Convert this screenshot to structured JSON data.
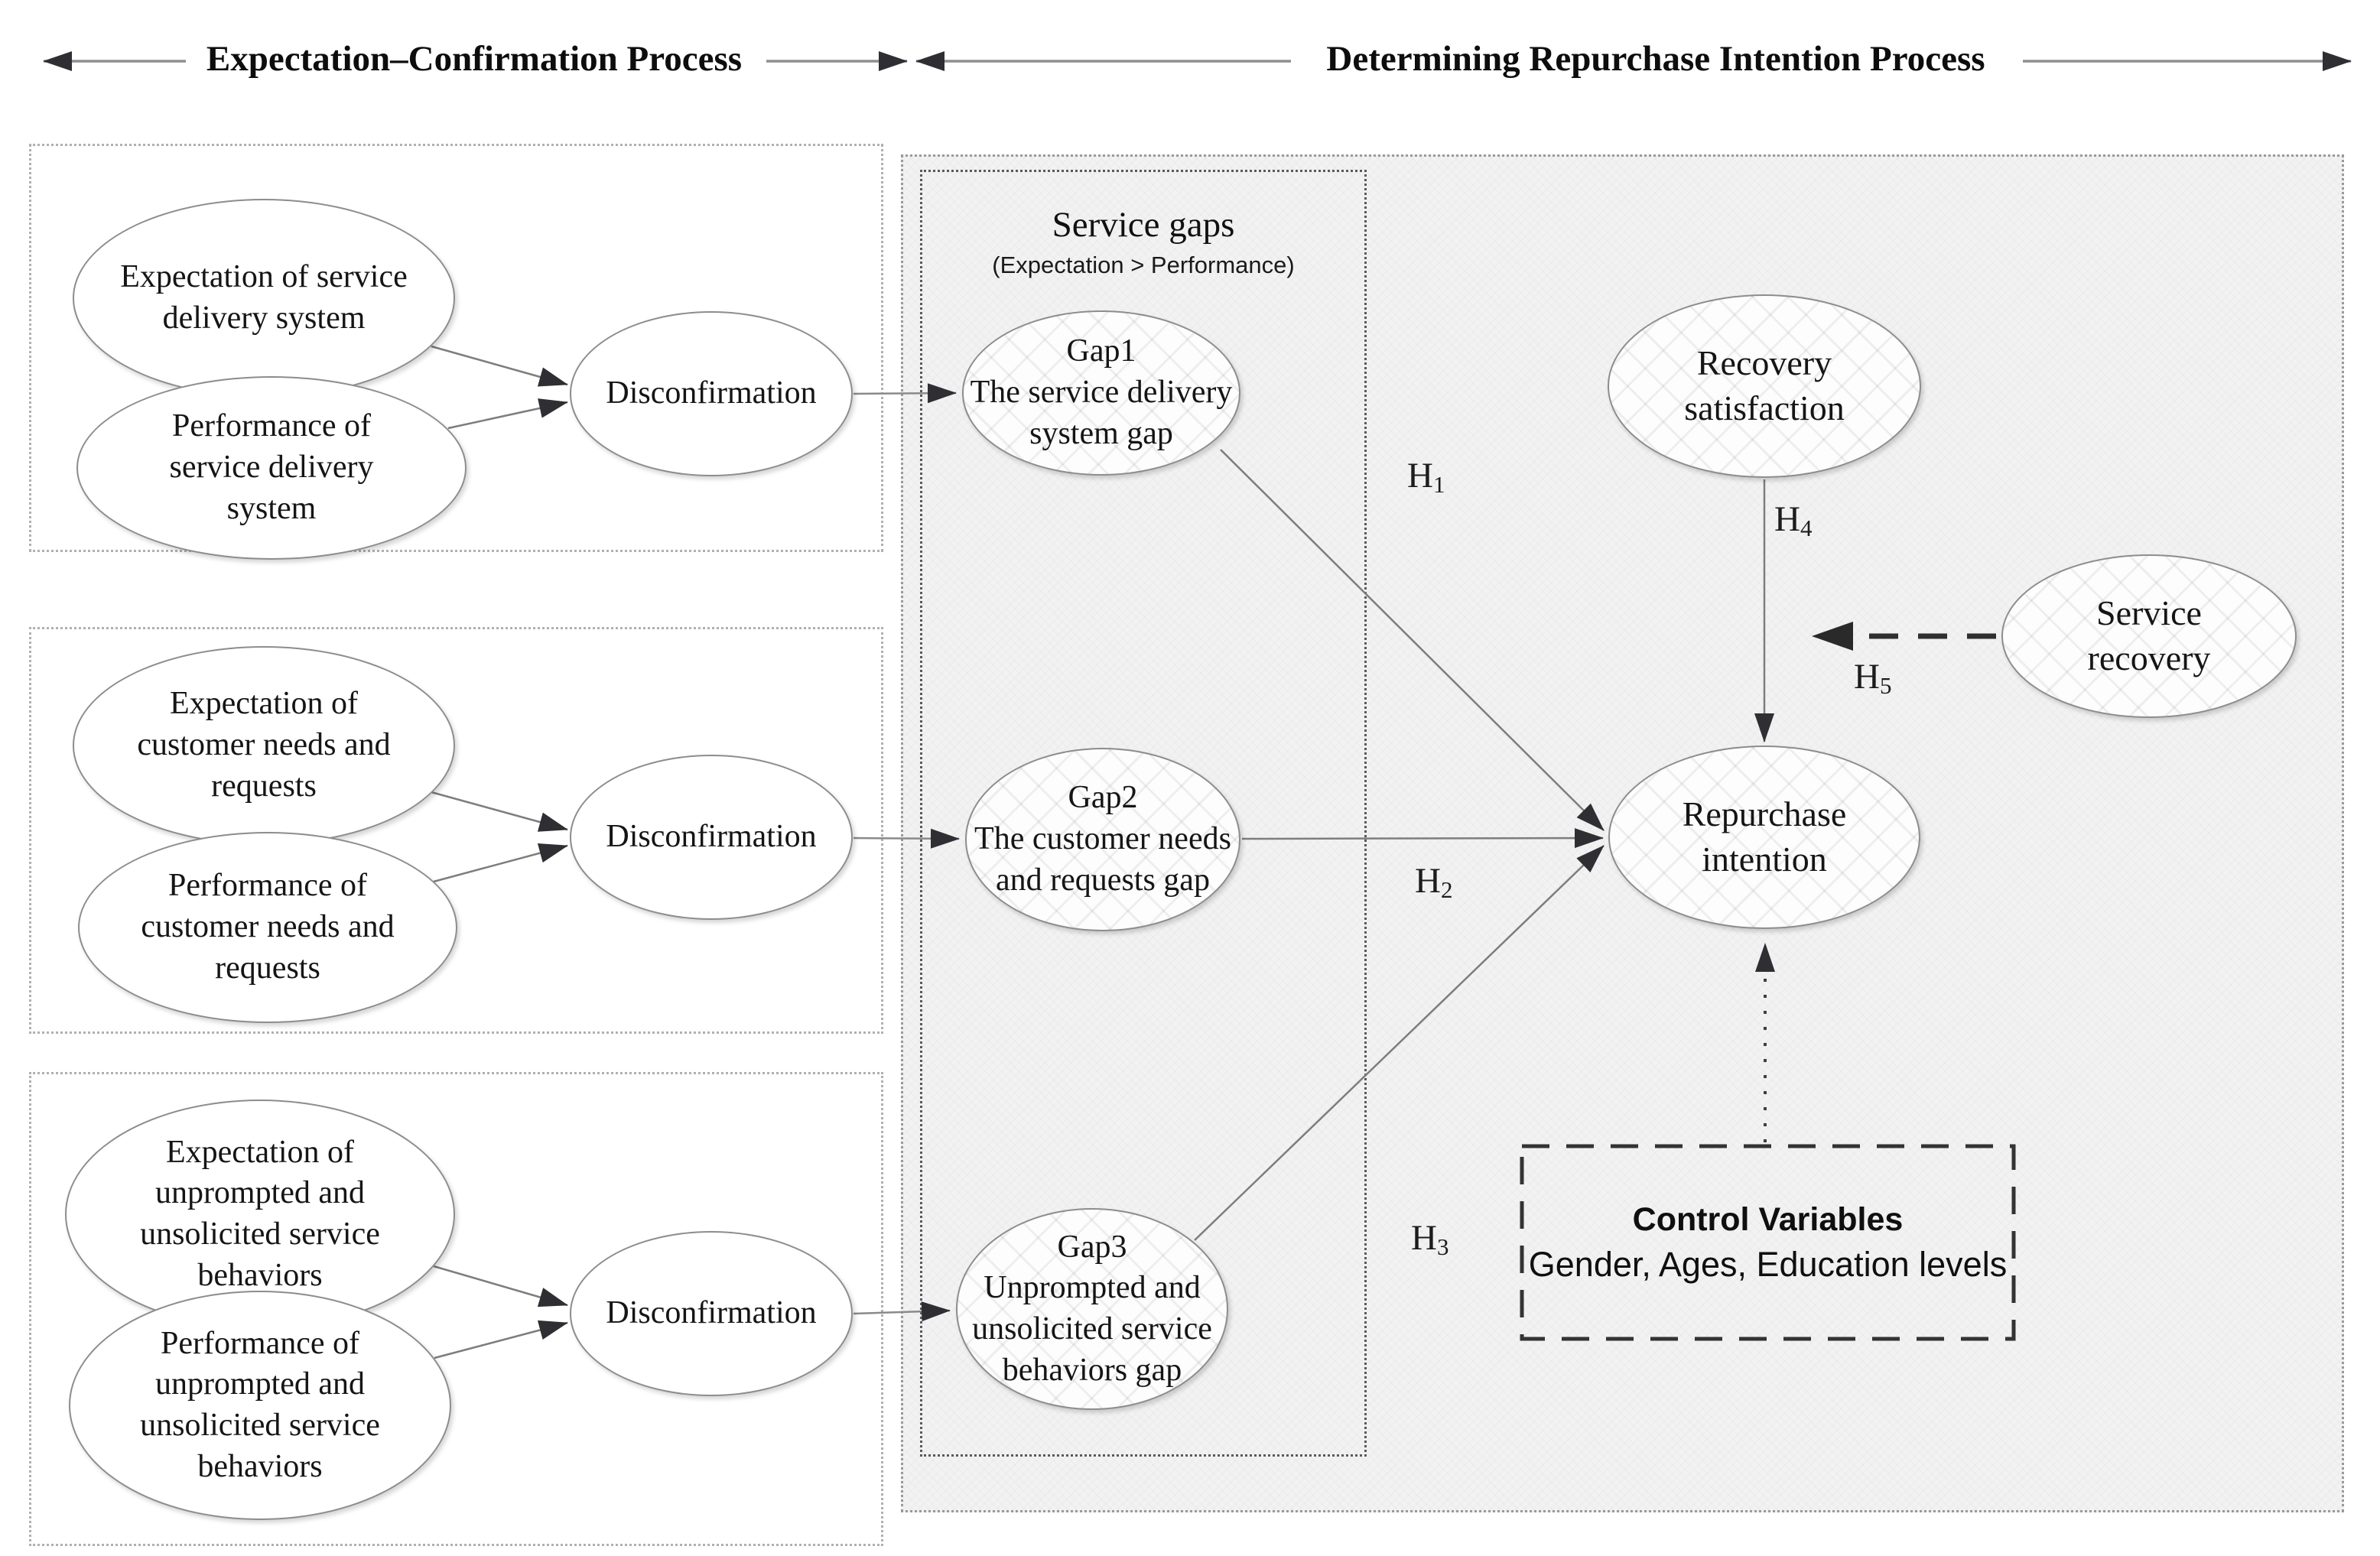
{
  "header": {
    "left_title": "Expectation–Confirmation Process",
    "right_title": "Determining Repurchase Intention Process"
  },
  "service_gaps": {
    "title": "Service gaps",
    "subtitle": "(Expectation > Performance)"
  },
  "nodes": {
    "expectation_service_delivery": "Expectation of service\ndelivery system",
    "performance_service_delivery": "Performance of\nservice delivery\nsystem",
    "disconfirmation_1": "Disconfirmation",
    "expectation_customer_needs": "Expectation of\ncustomer needs and\nrequests",
    "performance_customer_needs": "Performance of\ncustomer needs and\nrequests",
    "disconfirmation_2": "Disconfirmation",
    "expectation_unprompted": "Expectation of\nunprompted and\nunsolicited service\nbehaviors",
    "performance_unprompted": "Performance of\nunprompted and\nunsolicited service\nbehaviors",
    "disconfirmation_3": "Disconfirmation",
    "gap1": "Gap1\nThe service delivery\nsystem gap",
    "gap2": "Gap2\nThe customer needs\nand requests gap",
    "gap3": "Gap3\nUnprompted and\nunsolicited service\nbehaviors gap",
    "recovery_satisfaction": "Recovery\nsatisfaction",
    "service_recovery": "Service\nrecovery",
    "repurchase_intention": "Repurchase\nintention"
  },
  "hypotheses": {
    "h1": {
      "base": "H",
      "sub": "1"
    },
    "h2": {
      "base": "H",
      "sub": "2"
    },
    "h3": {
      "base": "H",
      "sub": "3"
    },
    "h4": {
      "base": "H",
      "sub": "4"
    },
    "h5": {
      "base": "H",
      "sub": "5"
    }
  },
  "control_variables": {
    "title": "Control Variables",
    "items": "Gender, Ages, Education levels"
  },
  "colors": {
    "panel_background": "#f2f2f3",
    "line": "#7d7d7d",
    "arrowhead": "#2f2f33",
    "text": "#151515"
  }
}
